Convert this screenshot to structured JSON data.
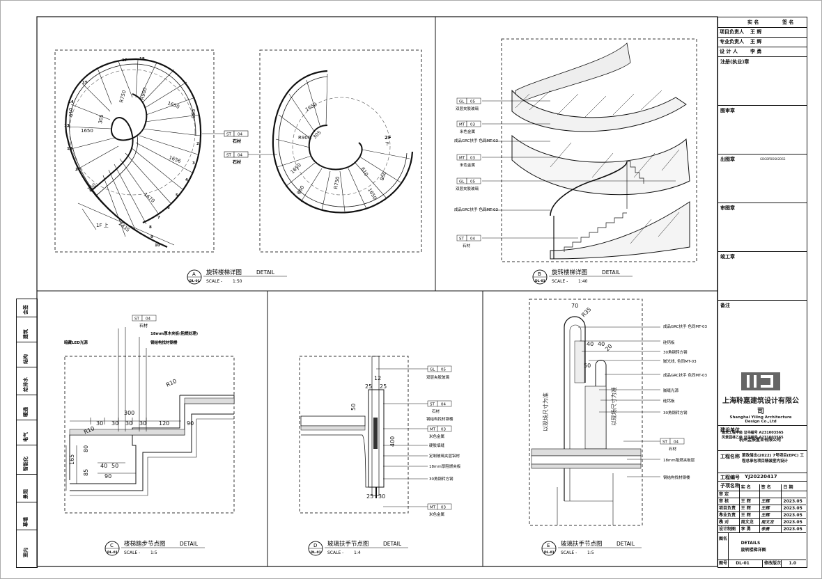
{
  "views": [
    {
      "id": "A",
      "title": "旋转楼梯详图",
      "detail": "DETAIL",
      "code": "DL-01",
      "scale_label": "SCALE -",
      "scale": "1:50"
    },
    {
      "id": "B",
      "title": "旋转楼梯详图",
      "detail": "DETAIL",
      "code": "DL-01",
      "scale_label": "SCALE -",
      "scale": "1:40"
    },
    {
      "id": "C",
      "title": "楼梯踏步节点图",
      "detail": "DETAIL",
      "code": "DL-01",
      "scale_label": "SCALE -",
      "scale": "1:5"
    },
    {
      "id": "D",
      "title": "玻璃扶手节点图",
      "detail": "DETAIL",
      "code": "DL-01",
      "scale_label": "SCALE -",
      "scale": "1:4"
    },
    {
      "id": "E",
      "title": "玻璃扶手节点图",
      "detail": "DETAIL",
      "code": "DL-01",
      "scale_label": "SCALE -",
      "scale": "1:5"
    }
  ],
  "plan_a": {
    "steps_top": [
      "17",
      "18"
    ],
    "steps_left": [
      "15",
      "14",
      "13",
      "12",
      "11"
    ],
    "steps_right": [
      "2",
      "3",
      "4",
      "5",
      "6",
      "7",
      "8",
      "9",
      "10"
    ],
    "dims": [
      "R750",
      "R900",
      "1650",
      "885",
      "305",
      "610",
      "1650",
      "150",
      "1656",
      "1670",
      "2435"
    ],
    "labels": [
      "1F 上"
    ],
    "tag_codes": [
      {
        "code": "ST",
        "num": "04",
        "text": "石材"
      },
      {
        "code": "ST",
        "num": "04",
        "text": "石材"
      }
    ]
  },
  "plan_b": {
    "dims": [
      "1650",
      "R900",
      "1650",
      "860",
      "R750",
      "1650",
      "860",
      "305",
      "610"
    ],
    "labels": [
      "2F",
      "下"
    ]
  },
  "elevation_b": {
    "tags": [
      {
        "code": "GL",
        "num": "05",
        "text": "双层夹胶玻璃"
      },
      {
        "code": "MT",
        "num": "03",
        "text": "米色金属"
      },
      {
        "code": "",
        "num": "",
        "text": "成品GRC扶手 色同MT-03"
      },
      {
        "code": "MT",
        "num": "03",
        "text": "米色金属"
      },
      {
        "code": "GL",
        "num": "05",
        "text": "双层夹胶玻璃"
      },
      {
        "code": "",
        "num": "",
        "text": "成品GRC扶手 色同MT-03"
      },
      {
        "code": "ST",
        "num": "04",
        "text": "石材"
      }
    ]
  },
  "detail_c": {
    "tag": {
      "code": "ST",
      "num": "04",
      "text": "石材"
    },
    "notes": [
      "暗藏LED光源",
      "18mm厚木夹板(阻燃处理)",
      "钢结构找材钢楼"
    ],
    "dims": [
      "R10",
      "300",
      "30",
      "30",
      "30",
      "30",
      "120",
      "90",
      "R10",
      "165",
      "80",
      "85",
      "40",
      "50",
      "90"
    ]
  },
  "detail_d": {
    "tags": [
      {
        "code": "GL",
        "num": "05",
        "text": "双层夹胶玻璃"
      },
      {
        "code": "ST",
        "num": "04",
        "text": "石材"
      },
      {
        "code": "",
        "num": "",
        "text": "钢结构找材钢楼"
      },
      {
        "code": "MT",
        "num": "03",
        "text": "米色金属"
      },
      {
        "code": "",
        "num": "",
        "text": "硬胶填缝"
      },
      {
        "code": "",
        "num": "",
        "text": "定制玻璃夹层铝材"
      },
      {
        "code": "",
        "num": "",
        "text": "18mm厚阻燃夹板"
      },
      {
        "code": "",
        "num": "",
        "text": "30角钢转方钢"
      },
      {
        "code": "MT",
        "num": "03",
        "text": "米色金属"
      }
    ],
    "dims": [
      "25",
      "12",
      "25",
      "50",
      "400",
      "25",
      "30"
    ]
  },
  "detail_e": {
    "tags": [
      {
        "code": "",
        "num": "",
        "text": "成品GRC扶手 色同MT-03"
      },
      {
        "code": "",
        "num": "",
        "text": "硅钙板"
      },
      {
        "code": "",
        "num": "",
        "text": "30角钢转方钢"
      },
      {
        "code": "",
        "num": "",
        "text": "嵌光线, 色同MT-03"
      },
      {
        "code": "",
        "num": "",
        "text": "成品GRC扶手 色同MT-03"
      },
      {
        "code": "",
        "num": "",
        "text": "嵌缝光源"
      },
      {
        "code": "",
        "num": "",
        "text": "硅钙板"
      },
      {
        "code": "",
        "num": "",
        "text": "30角钢转方钢"
      },
      {
        "code": "ST",
        "num": "04",
        "text": "石材"
      },
      {
        "code": "",
        "num": "",
        "text": "18mm阻燃夹板层"
      },
      {
        "code": "",
        "num": "",
        "text": "钢结构找材钢楼"
      }
    ],
    "dims": [
      "70",
      "R35",
      "40",
      "40",
      "50",
      "20"
    ],
    "vertical_notes": [
      "以现场尺寸为准",
      "以现场尺寸为准"
    ]
  },
  "titleblock": {
    "header": [
      "实 名",
      "签 名"
    ],
    "rows": [
      [
        "项目负责人",
        "王 辉"
      ],
      [
        "专业负责人",
        "王 辉"
      ],
      [
        "设 计 人",
        "李 勇"
      ]
    ],
    "sections": [
      "注册(执业)章",
      "图审章",
      "出图章",
      "审图章",
      "竣工章",
      "备注"
    ],
    "stamp_text": "GDGBPDDSK2DSS",
    "company": "上海聆嘉建筑设计有限公司",
    "company_en": "Shanghai Yiling Architecture Design Co.,Ltd",
    "licenses": [
      "建筑工程甲级 证书编号 A231003565",
      "风景园林乙级 证书编号 A231003565"
    ],
    "owner_label": "建设单位",
    "owner": "杭州金辰置业有限公司",
    "project_label": "工程名称",
    "project": "萧政储出(2022) 7号项目(EPC) 工程总承包项目精装室内设计",
    "project_no_label": "工程编号",
    "project_no": "YJ20220417",
    "sub_label": "子项名称",
    "approval_header": [
      "实 名",
      "签 名",
      "日 期"
    ],
    "approvals": [
      [
        "审 定",
        "",
        "",
        ""
      ],
      [
        "审 核",
        "王 辉",
        "王辉",
        "2023.05"
      ],
      [
        "项目负责人",
        "王 辉",
        "王辉",
        "2023.05"
      ],
      [
        "专业负责人",
        "王 辉",
        "王辉",
        "2023.05"
      ],
      [
        "校 对",
        "周文龙",
        "周文龙",
        "2023.05"
      ],
      [
        "设计制图",
        "李 勇",
        "李勇",
        "2023.05"
      ]
    ],
    "drawing_label": "图名",
    "drawing_en": "DETAILS",
    "drawing_cn": "旋转楼梯详图",
    "sheet_label": "图号",
    "sheet_no": "DL-01",
    "rev_label": "修改版次",
    "rev": "1.0"
  },
  "left_strip": [
    "会签",
    "建筑",
    "结构",
    "给排水",
    "暖通",
    "电气",
    "智能化",
    "景观",
    "幕墙",
    "室内"
  ]
}
